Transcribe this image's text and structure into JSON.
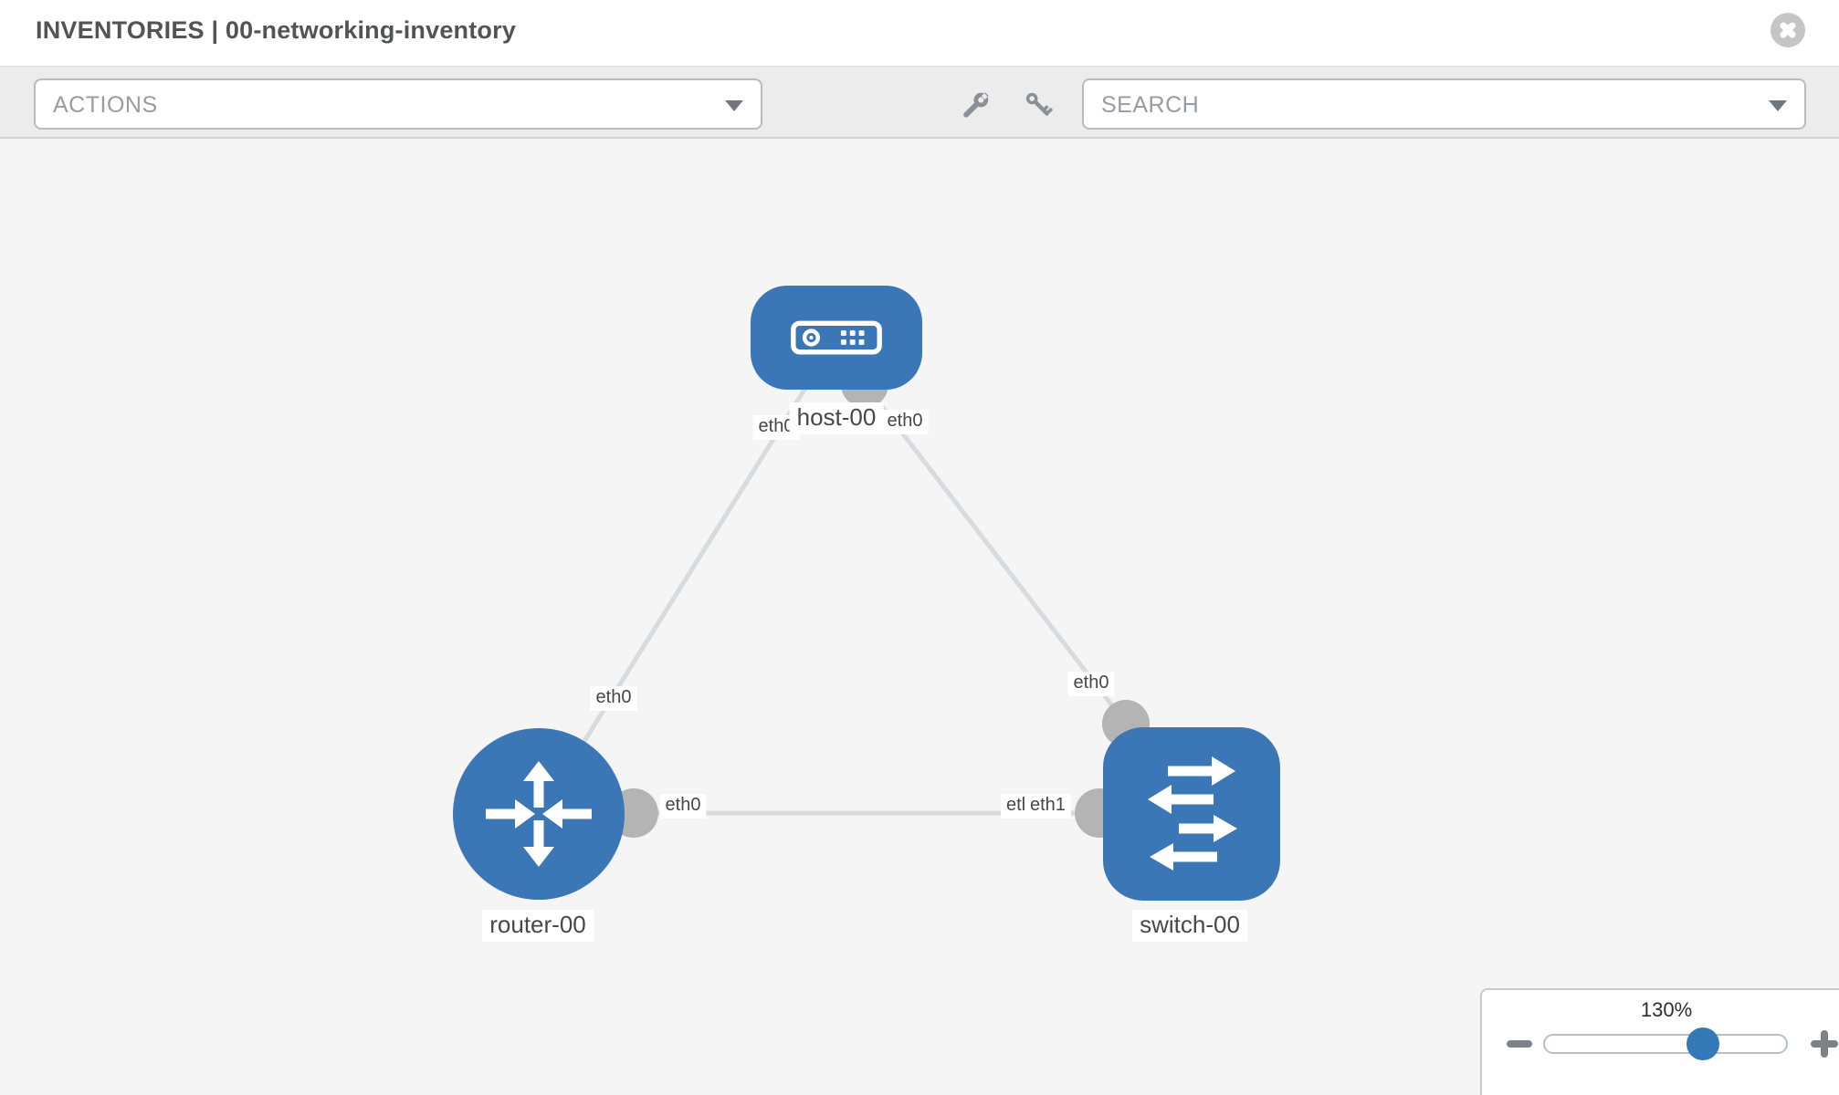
{
  "window": {
    "title": "INVENTORIES | 00-networking-inventory"
  },
  "toolbar": {
    "actions_value": "ACTIONS",
    "search_value": "SEARCH"
  },
  "icons": {
    "close": "close-icon",
    "wrench": "wrench-icon",
    "key": "key-icon",
    "caret": "caret-down-icon",
    "minus": "minus-icon",
    "plus": "plus-icon"
  },
  "topology": {
    "nodes": [
      {
        "label": "host-00",
        "type": "host"
      },
      {
        "label": "router-00",
        "type": "router"
      },
      {
        "label": "switch-00",
        "type": "switch"
      }
    ],
    "links": [
      {
        "source": "host-00",
        "source_interface": "eth0",
        "target": "router-00",
        "target_interface": "eth0"
      },
      {
        "source": "host-00",
        "source_interface": "eth0",
        "target": "switch-00",
        "target_interface": "eth0"
      },
      {
        "source": "router-00",
        "source_interface": "eth0",
        "target": "switch-00",
        "target_interface": "eth1"
      }
    ],
    "interface_labels": {
      "host_left": "eth0",
      "host_right": "eth0",
      "router_top": "eth0",
      "switch_top": "eth0",
      "router_right": "eth0",
      "switch_left_under": "eth0",
      "switch_left_over": "eth1"
    }
  },
  "zoom_control": {
    "level": "130%",
    "percent": 130
  },
  "colors": {
    "node_blue": "#3b77b6",
    "link_gray": "#d9dadb",
    "connector_gray": "#b4b4b4",
    "slider_thumb_blue": "#3478b6",
    "toolbar_bg": "#ececec",
    "canvas_bg": "#f5f5f6"
  }
}
